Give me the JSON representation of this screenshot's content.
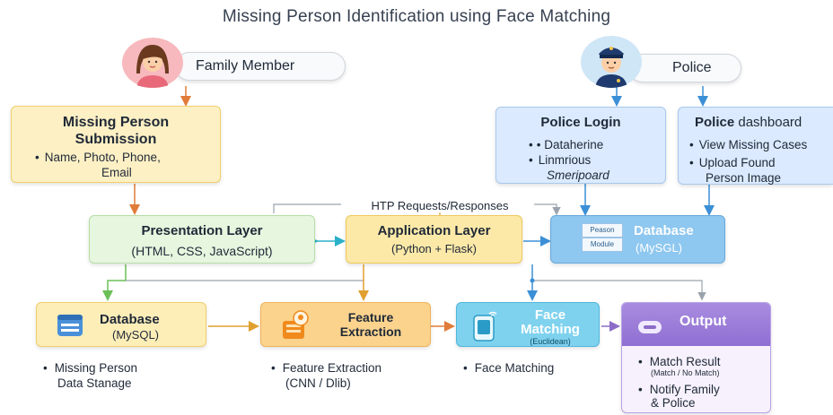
{
  "title": "Missing Person Identification using Face Matching",
  "actors": {
    "family": "Family Member",
    "police": "Police"
  },
  "submission": {
    "title_line1": "Missing Person",
    "title_line2": "Submission",
    "bullet_line1": "Name, Photo, Phone,",
    "bullet_line2": "Email"
  },
  "police_login": {
    "title": "Police Login",
    "item1": "• Dataherine",
    "item2_line1": "Linmrious",
    "item2_line2": "Smeripoard"
  },
  "police_dashboard": {
    "title_bold": "Police",
    "title_rest": "dashboard",
    "item1": "View Missing Cases",
    "item2_line1": "Upload Found",
    "item2_line2": "Person Image"
  },
  "http_label": "HTP Requests/Responses",
  "presentation": {
    "title": "Presentation Layer",
    "sub": "(HTML, CSS, JavaScript)"
  },
  "application": {
    "title": "Application Layer",
    "sub": "(Python + Flask)"
  },
  "database_top": {
    "chip1": "Peason",
    "chip2": "Module",
    "title": "Database",
    "sub": "(MySGL)"
  },
  "database_bottom": {
    "title": "Database",
    "sub": "(MySQL)",
    "note_line1": "Missing Person",
    "note_line2": "Data Stanage"
  },
  "feature": {
    "title_line1": "Feature",
    "title_line2": "Extraction",
    "note_line1": "Feature Extraction",
    "note_line2": "(CNN  /  Dlib)"
  },
  "face_matching": {
    "title_line1": "Face",
    "title_line2": "Matching",
    "sub": "(Euclidean)",
    "note": "Face Matching"
  },
  "output": {
    "title": "Output",
    "item1": "Match Result",
    "item1_sub": "(Match / No Match)",
    "item2_line1": "Notify Family",
    "item2_line2": "& Police"
  },
  "colors": {
    "arrow_orange": "#e07b39",
    "arrow_blue": "#3b8fd6",
    "arrow_green": "#6cbf58",
    "arrow_teal": "#2bb0c9",
    "arrow_purple": "#8c6cc8"
  },
  "icons": {
    "family_avatar": "woman-avatar-icon",
    "police_avatar": "police-officer-icon",
    "db": "database-window-icon",
    "feature": "face-scan-icon",
    "face": "phone-face-icon",
    "output": "toggle-icon"
  }
}
